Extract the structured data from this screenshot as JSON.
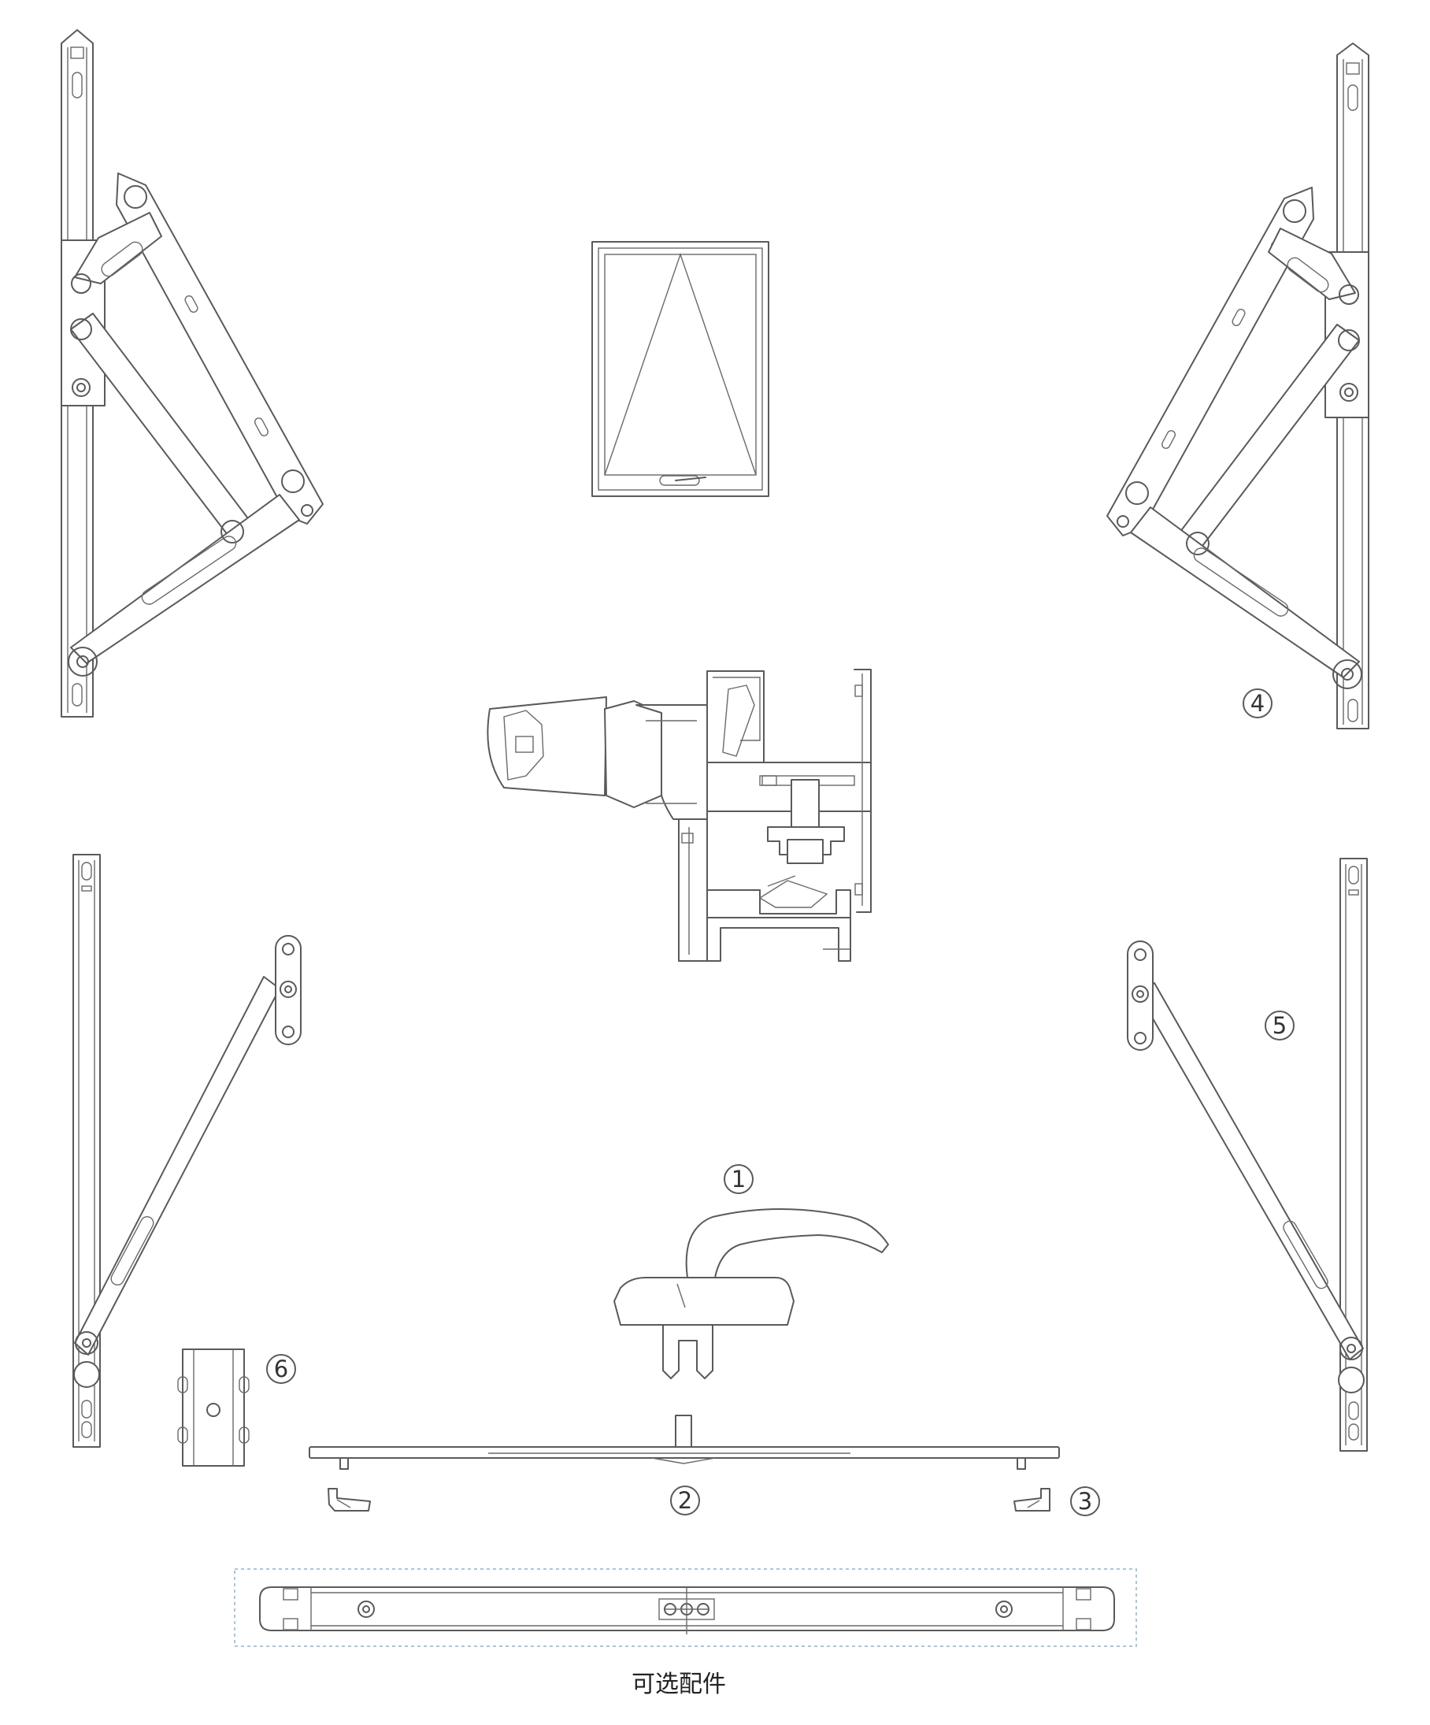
{
  "labels": {
    "part_1": "1",
    "part_2": "2",
    "part_3": "3",
    "part_4": "4",
    "part_5": "5",
    "part_6": "6"
  },
  "caption": "可选配件",
  "colors": {
    "line": "#5a5a5a",
    "dashed_box": "#8fb4c8",
    "background": "#ffffff"
  }
}
